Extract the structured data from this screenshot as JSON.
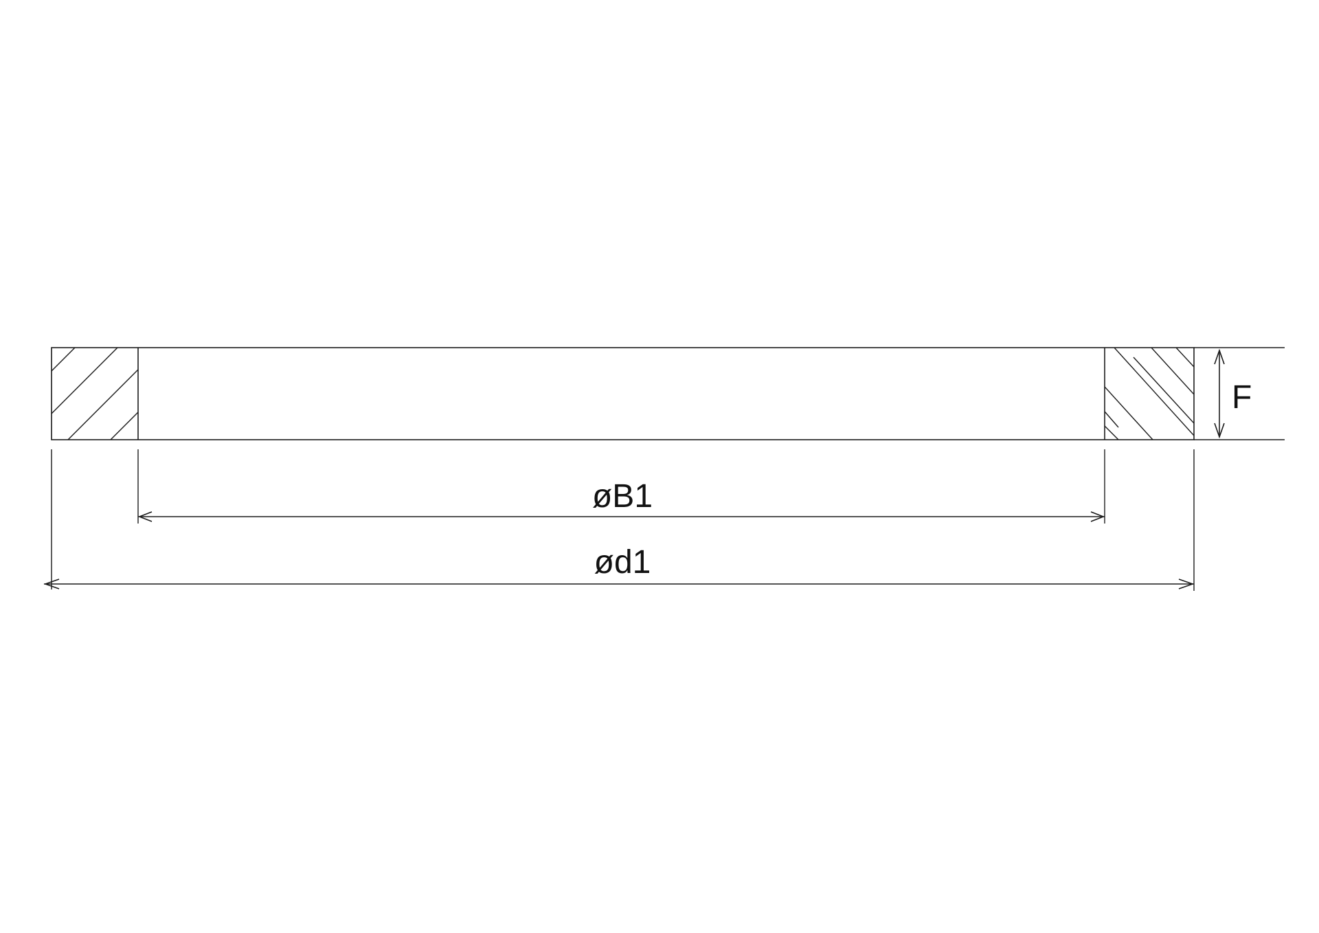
{
  "dimensions": {
    "inner_diameter_label": "øB1",
    "outer_diameter_label": "ød1",
    "thickness_label": "F"
  },
  "colors": {
    "line": "#1a1a1a",
    "background": "#ffffff"
  }
}
